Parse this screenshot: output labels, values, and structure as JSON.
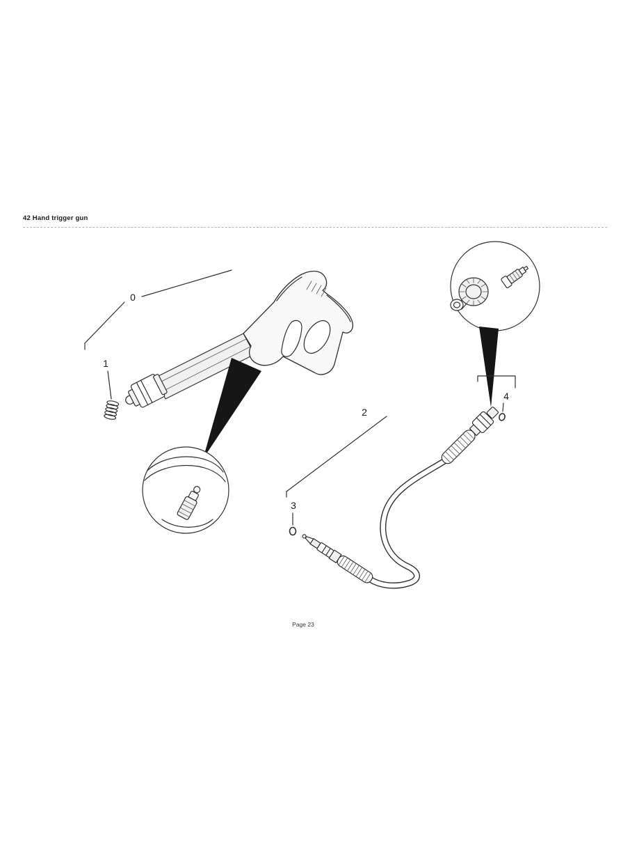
{
  "header": {
    "title": "42 Hand trigger gun"
  },
  "footer": {
    "page_label": "Page 23"
  },
  "diagram": {
    "callouts": [
      {
        "label": "0"
      },
      {
        "label": "1"
      },
      {
        "label": "2"
      },
      {
        "label": "3"
      },
      {
        "label": "4"
      }
    ],
    "colors": {
      "ink": "#2e2e2e",
      "shade": "#f1f1f1",
      "pointer": "#161616"
    }
  }
}
